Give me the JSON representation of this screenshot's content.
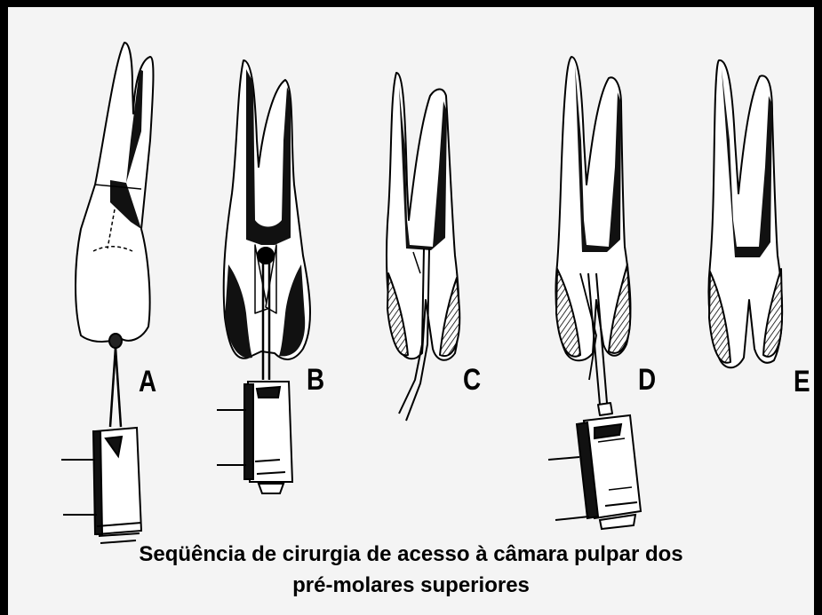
{
  "figure": {
    "stages": [
      {
        "id": "A",
        "label": "A"
      },
      {
        "id": "B",
        "label": "B"
      },
      {
        "id": "C",
        "label": "C"
      },
      {
        "id": "D",
        "label": "D"
      },
      {
        "id": "E",
        "label": "E"
      }
    ],
    "caption_line1": "Seqüência de cirurgia de acesso à câmara pulpar dos",
    "caption_line2": "pré-molares superiores"
  },
  "colors": {
    "ink": "#000000",
    "paper": "#f4f4f4",
    "frame": "#000000"
  }
}
